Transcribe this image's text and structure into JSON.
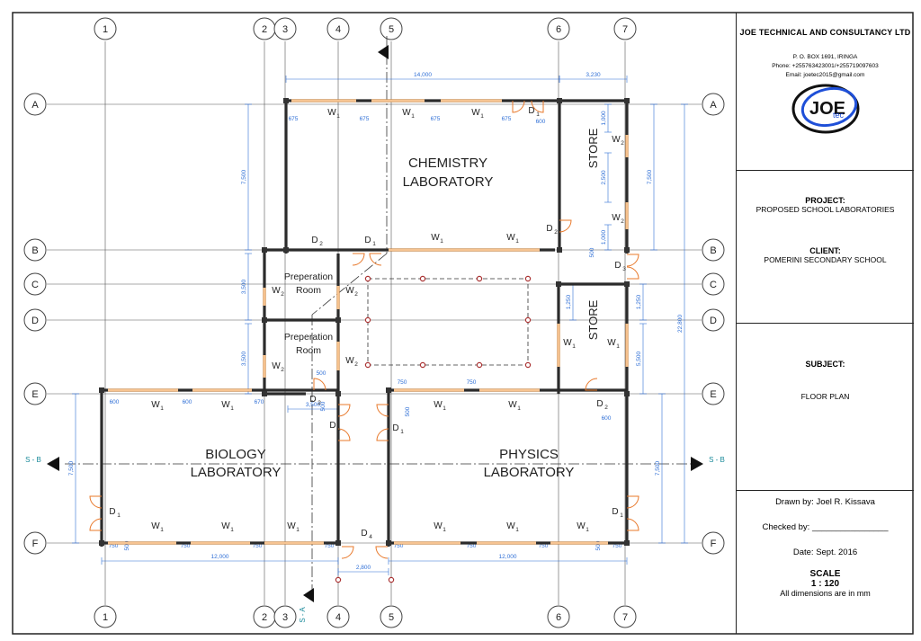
{
  "grid": {
    "columns": [
      "1",
      "2",
      "3",
      "4",
      "5",
      "6",
      "7"
    ],
    "rows": [
      "A",
      "B",
      "C",
      "D",
      "E",
      "F"
    ]
  },
  "rooms": {
    "chemistry": [
      "CHEMISTRY",
      "LABORATORY"
    ],
    "biology": [
      "BIOLOGY",
      "LABORATORY"
    ],
    "physics": [
      "PHYSICS",
      "LABORATORY"
    ],
    "store_top": "STORE",
    "store_mid": "STORE",
    "prep": [
      "Preperation",
      "Room"
    ]
  },
  "openings": {
    "window": "W",
    "door": "D",
    "window_sub_main": "1",
    "window_sub_side": "2",
    "door_subs": [
      "1",
      "2",
      "3",
      "4"
    ]
  },
  "dims": {
    "top_total": "14,000",
    "top_store": "3,230",
    "chem_spacing": "675",
    "chem_height": "7,500",
    "store_sep": "1,000",
    "store_win": "2,500",
    "d1_width": "600",
    "b_offset": "500",
    "prep_height_1": "3,500",
    "prep_height_2": "3,500",
    "store_mid_top": "1,250",
    "store_mid_right": "1,250",
    "store_mid_height": "5,500",
    "overall_height": "22,800",
    "bio_first": "600",
    "bio_mid": "600",
    "bio_last": "670",
    "lab_width": "12,000",
    "lab_height": "7,500",
    "corridor_width": "2,800",
    "e_corridor": "3,500",
    "door_500": "500",
    "bottom_spacing": "750",
    "phys_top": "750"
  },
  "section_markers": {
    "horizontal": "S - B",
    "vertical": "S - A"
  },
  "title_block": {
    "company": "JOE TECHNICAL AND CONSULTANCY LTD",
    "address": "P. O. BOX 1691, IRINGA",
    "phone": "Phone: +255763423001/+255719097603",
    "email": "Email: joetec2015@gmail.com",
    "logo_text": "JOE",
    "logo_sub": "tec",
    "project_label": "PROJECT:",
    "project": "PROPOSED SCHOOL LABORATORIES",
    "client_label": "CLIENT:",
    "client": "POMERINI SECONDARY SCHOOL",
    "subject_label": "SUBJECT:",
    "subject": "FLOOR PLAN",
    "drawn_by": "Drawn by: Joel R. Kissava",
    "checked_by": "Checked by: ________________",
    "date": "Date:   Sept. 2016",
    "scale_label": "SCALE",
    "scale": "1 : 120",
    "note": "All dimensions are in mm"
  },
  "colors": {
    "wall": "#2b2b2b",
    "window": "#f0a050",
    "door": "#e8782a",
    "dimension": "#2f6fd6",
    "grid": "#555555",
    "section": "#1a8a9a"
  }
}
